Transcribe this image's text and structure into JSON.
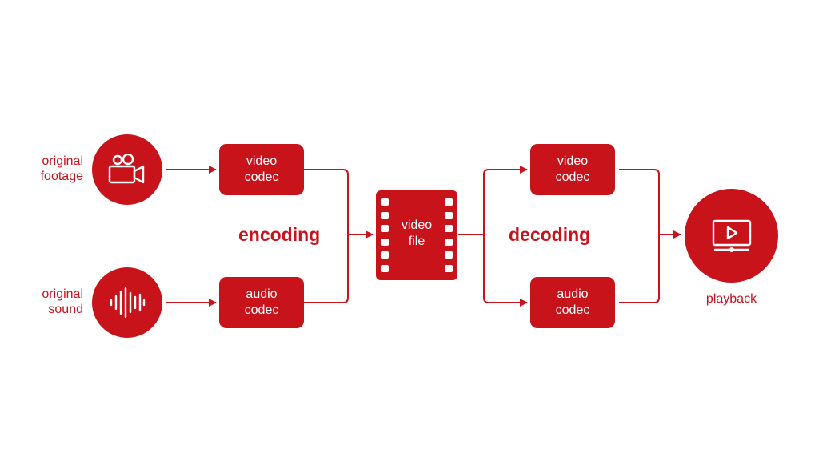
{
  "colors": {
    "accent": "#c8131b",
    "background": "#ffffff"
  },
  "inputs": {
    "footage": {
      "line1": "original",
      "line2": "footage",
      "icon": "video-camera-icon"
    },
    "sound": {
      "line1": "original",
      "line2": "sound",
      "icon": "sound-wave-icon"
    }
  },
  "encode": {
    "video_codec": {
      "line1": "video",
      "line2": "codec"
    },
    "audio_codec": {
      "line1": "audio",
      "line2": "codec"
    },
    "label": "encoding"
  },
  "file": {
    "line1": "video",
    "line2": "file",
    "icon": "film-strip-icon"
  },
  "decode": {
    "video_codec": {
      "line1": "video",
      "line2": "codec"
    },
    "audio_codec": {
      "line1": "audio",
      "line2": "codec"
    },
    "label": "decoding"
  },
  "output": {
    "label": "playback",
    "icon": "play-screen-icon"
  }
}
